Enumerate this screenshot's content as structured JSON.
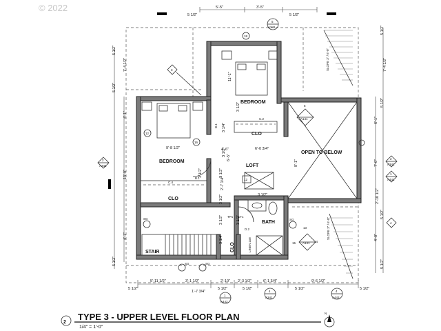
{
  "watermark": "© 2022",
  "title": {
    "number": "2",
    "text": "TYPE 3 - UPPER LEVEL FLOOR PLAN",
    "scale": "1/4\" = 1'-0\""
  },
  "north": "N",
  "rooms": {
    "bedroom_main": "BEDROOM",
    "bedroom_2": "BEDROOM",
    "clo_1": "CLO",
    "clo_2": "CLO",
    "clo_3": "CLO",
    "loft": "LOFT",
    "open_to_below": "OPEN TO BELOW",
    "bath": "BATH",
    "stair": "STAIR",
    "linen": "LINEN 2x8"
  },
  "slopes": {
    "top": "SLOPE 3\" / 6'-0\"",
    "bottom": "SLOPE 3\" / 6'-0\""
  },
  "dimensions": {
    "top_left": "5'-5\"",
    "top_right": "3'-5\"",
    "top_left_edge": "5 1/2\"",
    "top_right_edge": "5 1/2\"",
    "left_1": "5 1/2\"",
    "left_2": "7'-4 1/2\"",
    "left_3": "5 1/2\"",
    "left_4": "4'-1\"",
    "left_5": "13'-0\"",
    "left_6": "4'-1\"",
    "left_7": "5 1/2\"",
    "right_1": "5 1/2\"",
    "right_2": "7'-4 1/2\"",
    "right_3": "5 1/2\"",
    "right_4": "6'-1\"",
    "right_5": "7'-0\"",
    "right_6": "2'-10 1/2\"",
    "right_7": "5 1/2\"",
    "right_8": "4'-8\"",
    "right_9": "5 1/2\"",
    "bot_1": "5'-11 1/2\"",
    "bot_2": "3'-1 1/2\"",
    "bot_3": "2'-10\"",
    "bot_4": "2'-3 1/2\"",
    "bot_5": "6'-1 3/4\"",
    "bot_6": "5 1/2\"",
    "bot_7": "9'-6 1/2\"",
    "bot_8": "5 1/2\"",
    "bot_9": "1'-7 3/4\"",
    "bot_10": "5 1/2\"",
    "bot_11": "5 1/2\"",
    "bot_12": "5 1/2\"",
    "bedroom2_w": "9'-8 1/2\"",
    "bedroom_h": "11'-1\"",
    "loft_w": "6'-0 3/4\"",
    "loft_a": "4'-6\"",
    "loft_b": "6'-5\"",
    "open_h": "8'-1\"",
    "c1": "3 1/2\"",
    "c2": "3 1/4\"",
    "c3": "3 1/2\"",
    "c4": "3 1/2\"",
    "c5": "3 1/2\"",
    "c6": "2'-7 1/4\"",
    "c7": "3 1/2\"",
    "c8": "3 1/2\"",
    "c9": "3 1/2\"",
    "c10": "3 1/4\"",
    "c11": "3 1/2\""
  },
  "tags": {
    "b1a": "B.1",
    "b1b": "B.1",
    "c2": "C.2",
    "c4": "C.4",
    "d2": "D.2",
    "sg1": "SG",
    "sg2": "SG",
    "sg3": "SG",
    "sg4": "SG",
    "ct1": "CT1",
    "tp1": "TP1",
    "u12": "12",
    "u13": "13",
    "u14": "14",
    "u15": "15",
    "u16": "16",
    "u18": "18",
    "u12b": "12"
  },
  "markers": {
    "sec_top_num": "5",
    "sec_top_ref": "A341",
    "sec_left_num": "2",
    "sec_left_ref": "A341",
    "sec_r1_num": "2",
    "sec_r1_ref": "A341",
    "sec_r2_num": "1",
    "sec_r2_ref": "A441",
    "sec_mid_num": "5",
    "sec_mid_ref": "A141",
    "sec_mid2_ref": "A141",
    "sec_mid2_num": "15",
    "sec_b1_num": "1",
    "sec_b1_ref": "A442",
    "sec_b2_num": "4",
    "sec_b2_ref": "A341",
    "sec_b3_num": "4",
    "sec_b3_ref": "A443",
    "tri_1": "5",
    "tri_2": "4",
    "lbl_3": "3"
  }
}
